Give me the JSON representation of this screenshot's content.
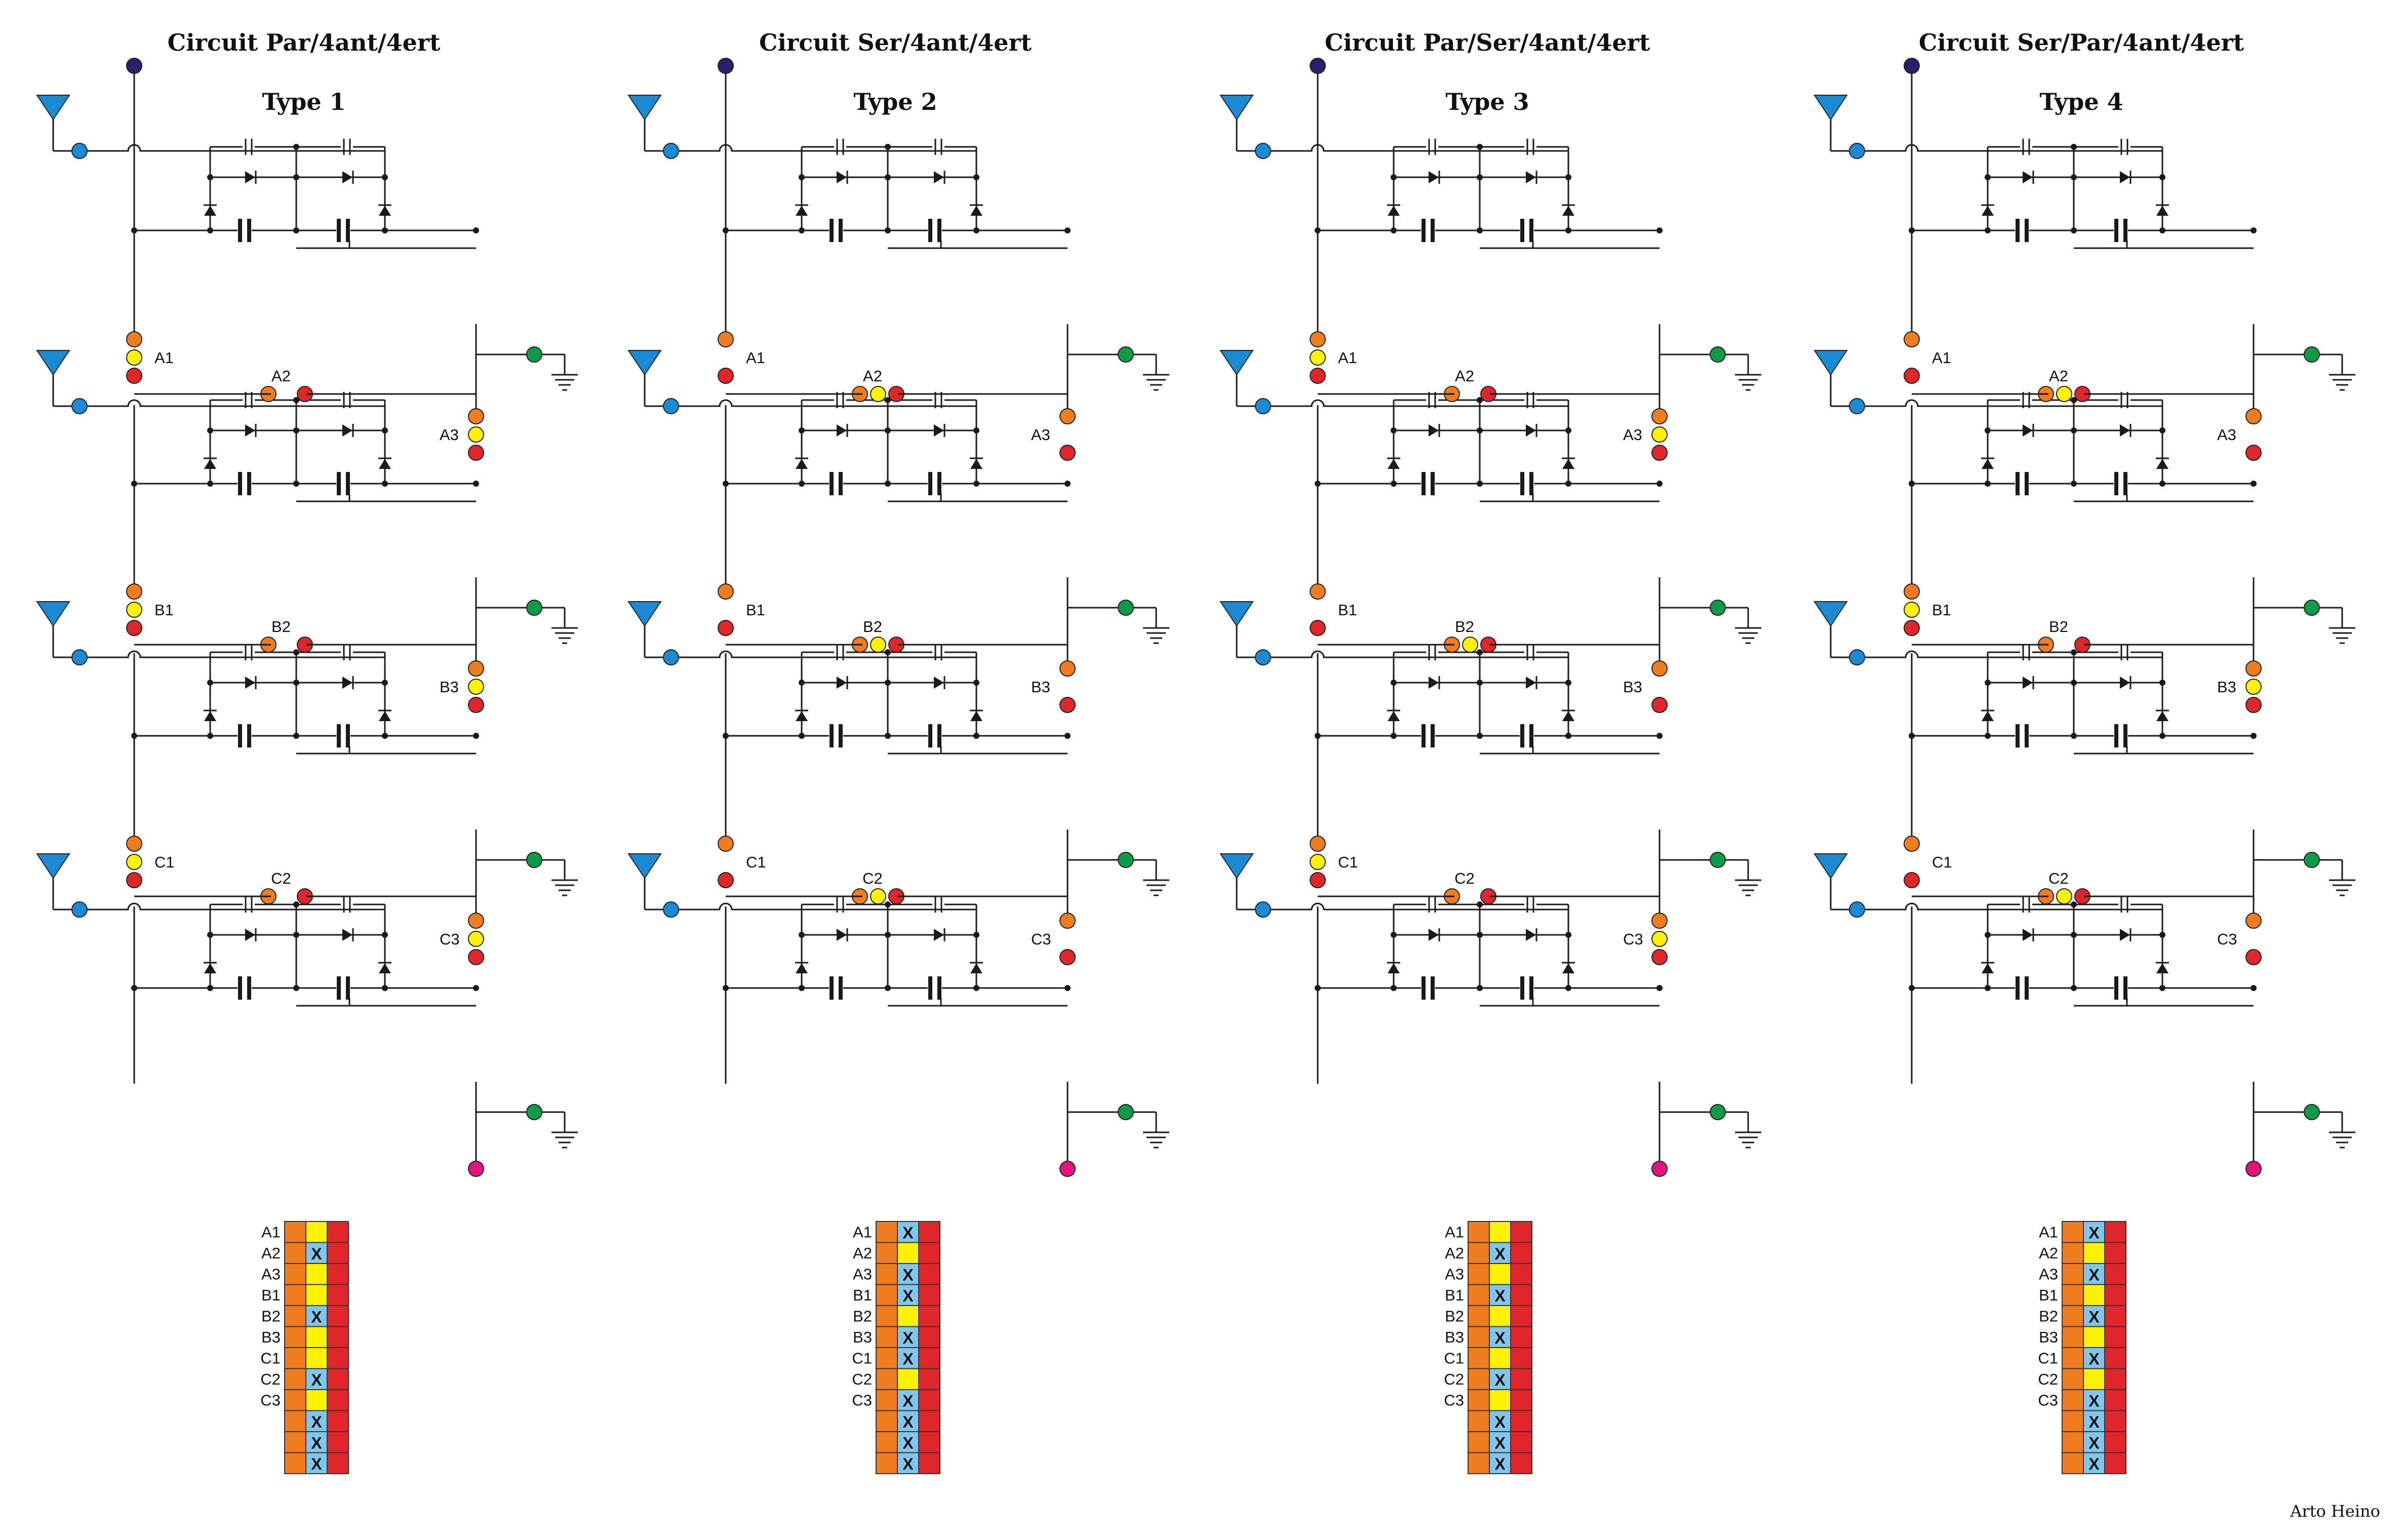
{
  "colors": {
    "orange": "#ef7d1f",
    "yellow": "#fff200",
    "red": "#e0262b",
    "blue": "#1a8ad4",
    "green": "#0f9a46",
    "navy": "#2a1f6e",
    "magenta": "#e2137f",
    "cellblue": "#7fc6ea",
    "wire": "#1a1a1a"
  },
  "panels": [
    {
      "title": "Circuit Par/4ant/4ert",
      "type_label": "Type 1",
      "switches": {
        "A1": "v3",
        "A2": "h2",
        "A3": "v3",
        "B1": "v3",
        "B2": "h2",
        "B3": "v3",
        "C1": "v3",
        "C2": "h2",
        "C3": "v3"
      },
      "table_x": [
        false,
        true,
        false,
        false,
        true,
        false,
        false,
        true,
        false,
        true,
        true,
        true
      ]
    },
    {
      "title": "Circuit Ser/4ant/4ert",
      "type_label": "Type 2",
      "switches": {
        "A1": "v2",
        "A2": "h3",
        "A3": "v2",
        "B1": "v2",
        "B2": "h3",
        "B3": "v2",
        "C1": "v2",
        "C2": "h3",
        "C3": "v2"
      },
      "table_x": [
        true,
        false,
        true,
        true,
        false,
        true,
        true,
        false,
        true,
        true,
        true,
        true
      ]
    },
    {
      "title": "Circuit Par/Ser/4ant/4ert",
      "type_label": "Type 3",
      "switches": {
        "A1": "v3",
        "A2": "h2",
        "A3": "v3",
        "B1": "v2",
        "B2": "h3",
        "B3": "v2",
        "C1": "v3",
        "C2": "h2",
        "C3": "v3"
      },
      "table_x": [
        false,
        true,
        false,
        true,
        false,
        true,
        false,
        true,
        false,
        true,
        true,
        true
      ]
    },
    {
      "title": "Circuit Ser/Par/4ant/4ert",
      "type_label": "Type 4",
      "switches": {
        "A1": "v2",
        "A2": "h3",
        "A3": "v2",
        "B1": "v3",
        "B2": "h2",
        "B3": "v3",
        "C1": "v2",
        "C2": "h3",
        "C3": "v2"
      },
      "table_x": [
        true,
        false,
        true,
        false,
        true,
        false,
        true,
        false,
        true,
        true,
        true,
        true
      ]
    }
  ],
  "table_rows": [
    "A1",
    "A2",
    "A3",
    "B1",
    "B2",
    "B3",
    "C1",
    "C2",
    "C3",
    "",
    "",
    ""
  ],
  "x_symbol": "X",
  "credit": "Arto Heino"
}
